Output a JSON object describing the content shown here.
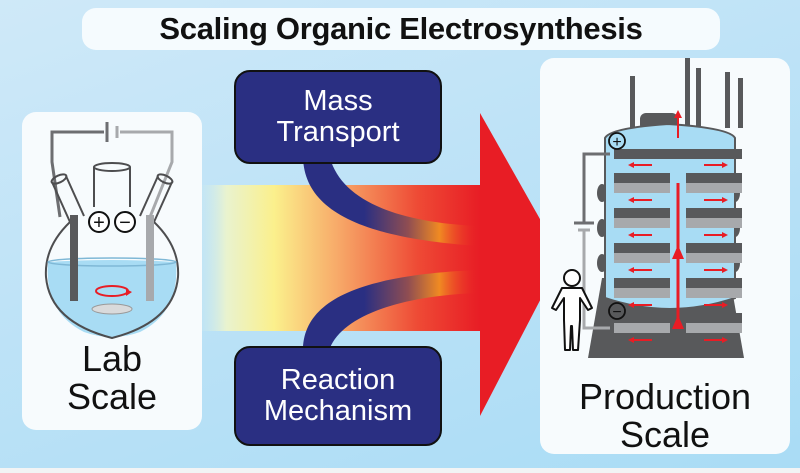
{
  "title": "Scaling Organic Electrosynthesis",
  "lab": {
    "label_line1": "Lab",
    "label_line2": "Scale"
  },
  "production": {
    "label_line1": "Production",
    "label_line2": "Scale"
  },
  "factors": [
    {
      "line1": "Mass",
      "line2": "Transport"
    },
    {
      "line1": "Reaction",
      "line2": "Mechanism"
    }
  ],
  "symbols": {
    "plus": "+",
    "minus": "−"
  },
  "colors": {
    "factor_box": "#2a2f82",
    "arrow_red": "#e81d25",
    "arrow_yellow": "#fbf08c",
    "liquid": "#a8dcf4",
    "electrode_dark": "#58595b",
    "electrode_light": "#a7a9ac"
  },
  "icons": {
    "lab_flask": "three-neck-flask-icon",
    "reactor": "flow-reactor-icon",
    "person": "person-outline-icon",
    "stir_arrow": "rotation-arrow-icon",
    "battery": "battery-symbol-icon"
  }
}
